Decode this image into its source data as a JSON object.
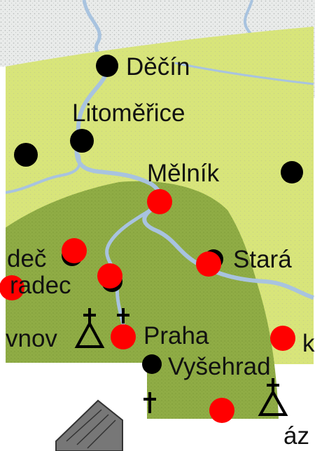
{
  "map": {
    "labels": {
      "decin": "Děčín",
      "litomerice": "Litoměřice",
      "melnik": "Mělník",
      "stara": "Stará",
      "praha": "Praha",
      "vysehrad": "Vyšehrad",
      "dec_partial": "deč",
      "radec_partial": "radec",
      "vnov_partial": "vnov",
      "k_partial": "k",
      "az_partial": "áz"
    },
    "colors": {
      "light_region": "#d8e57a",
      "dark_region": "#8fac45",
      "river": "#a8c3df",
      "marker": "#ff0000",
      "town_dot": "#000000"
    }
  }
}
